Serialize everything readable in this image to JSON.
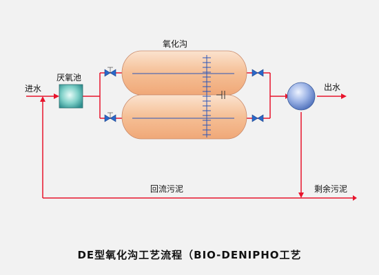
{
  "labels": {
    "inlet": "进水",
    "anaerobic_tank": "厌氧池",
    "oxidation_ditch": "氧化沟",
    "outlet": "出水",
    "return_sludge": "回流污泥",
    "excess_sludge": "剩余污泥"
  },
  "caption": "DE型氧化沟工艺流程（BIO-DENIPHO工艺",
  "colors": {
    "pipe": "#e8132b",
    "ditch_fill": "#f7c7a0",
    "ditch_inner_line": "#2a55b8",
    "valve": "#2a68c8",
    "anaerobic_tank": "#5cb8b4",
    "clarifier": "#6f8fd0",
    "background": "#f2f2f2"
  },
  "icons": [
    "valve-icon",
    "arrow-icon",
    "clarifier-icon",
    "anaerobic-tank-icon"
  ]
}
